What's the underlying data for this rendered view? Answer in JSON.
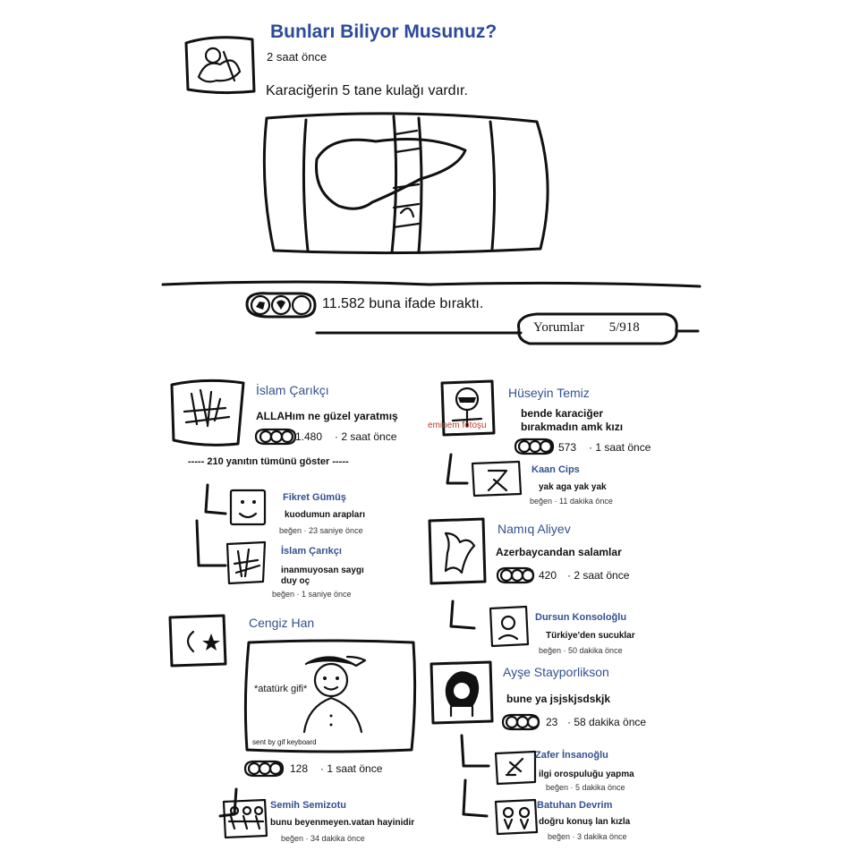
{
  "post": {
    "title": "Bunları Biliyor Musunuz?",
    "time": "2 saat önce",
    "text": "Karaciğerin 5 tane kulağı vardır.",
    "reactions_text": "11.582 buna ifade bıraktı."
  },
  "comments_tab": {
    "label": "Yorumlar",
    "count": "5/918"
  },
  "comments": {
    "c1": {
      "name": "İslam Çarıkçı",
      "text": "ALLAHım ne güzel yaratmış",
      "count": "1.480",
      "time": "· 2 saat önce"
    },
    "show_all": "----- 210 yanıtın tümünü göster -----",
    "r1": {
      "name": "Fikret Gümüş",
      "text": "kuodumun arapları",
      "meta": "beğen  ·  23 saniye önce"
    },
    "r2": {
      "name": "İslam Çarıkçı",
      "text": "inanmuyosan saygı duy oç",
      "meta": "beğen  ·  1 saniye önce"
    },
    "c2": {
      "name": "Cengiz Han",
      "gif_caption": "*atatürk gifi*",
      "gif_credit": "sent by gif keyboard",
      "count": "128",
      "time": "· 1 saat önce"
    },
    "r3": {
      "name": "Semih Semizotu",
      "text": "bunu beyenmeyen.vatan hayinidir",
      "meta": "beğen  ·  34 dakika önce"
    },
    "c3": {
      "name": "Hüseyin Temiz",
      "watermark": "eminem fotoşu",
      "text": "bende karaciğer bırakmadın amk kızı",
      "count": "573",
      "time": "· 1 saat önce"
    },
    "r4": {
      "name": "Kaan Cips",
      "text": "yak aga yak yak",
      "meta": "beğen  ·  11 dakika önce"
    },
    "c4": {
      "name": "Namıq Aliyev",
      "text": "Azerbaycandan salamlar",
      "count": "420",
      "time": "· 2 saat önce"
    },
    "r5": {
      "name": "Dursun Konsoloğlu",
      "text": "Türkiye'den sucuklar",
      "meta": "beğen  ·  50 dakika önce"
    },
    "c5": {
      "name": "Ayşe Stayporlikson",
      "text": "bune ya jsjskjsdskjk",
      "count": "23",
      "time": "· 58 dakika önce"
    },
    "r6": {
      "name": "Zafer İnsanoğlu",
      "text": "ilgi orospuluğu yapma",
      "meta": "beğen  ·  5 dakika önce"
    },
    "r7": {
      "name": "Batuhan Devrim",
      "text": "doğru konuş lan kızla",
      "meta": "beğen  ·  3 dakika önce"
    }
  }
}
